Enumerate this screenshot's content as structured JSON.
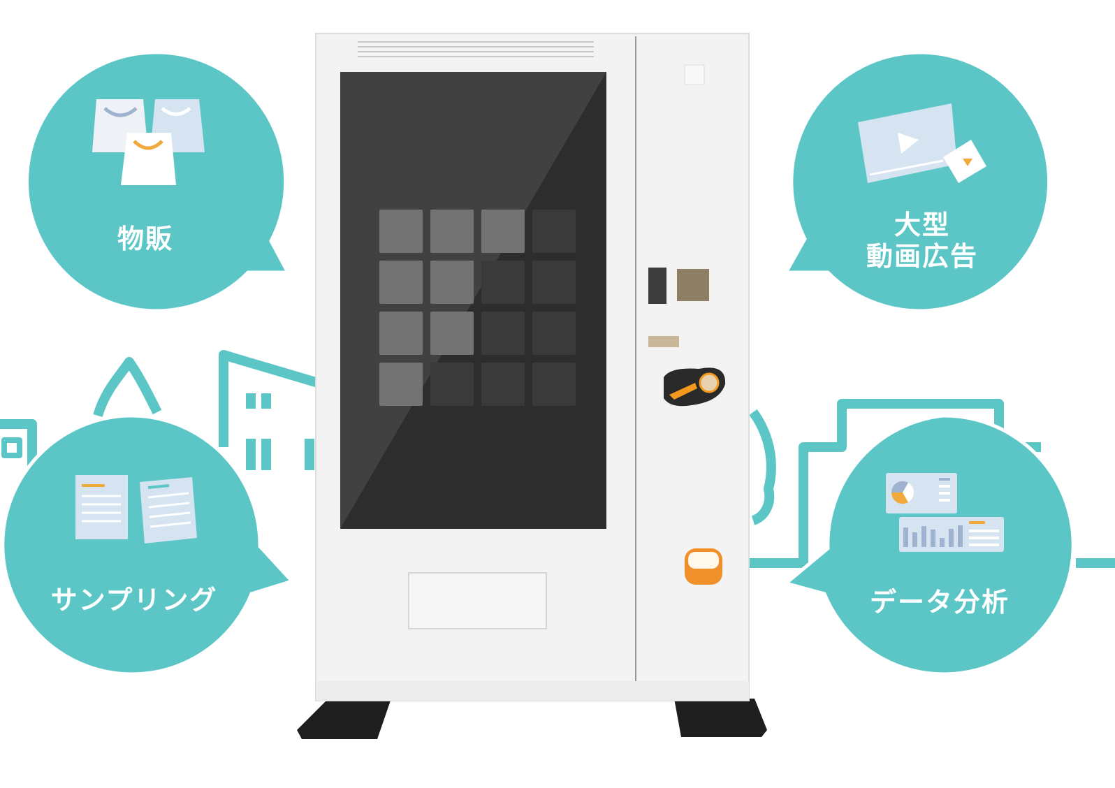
{
  "colors": {
    "teal": "#5cc6c7",
    "screen": "#2d2d2d",
    "body": "#f2f2f2",
    "accent_orange": "#f2a93b",
    "icon_blue": "#d6e4f2"
  },
  "bubbles": {
    "retail": {
      "label": "物販",
      "icon": "shopping-bags-icon"
    },
    "ads": {
      "label_line1": "大型",
      "label_line2": "動画広告",
      "icon": "video-player-icon"
    },
    "sampling": {
      "label": "サンプリング",
      "icon": "documents-icon"
    },
    "analytics": {
      "label": "データ分析",
      "icon": "dashboard-charts-icon"
    }
  }
}
